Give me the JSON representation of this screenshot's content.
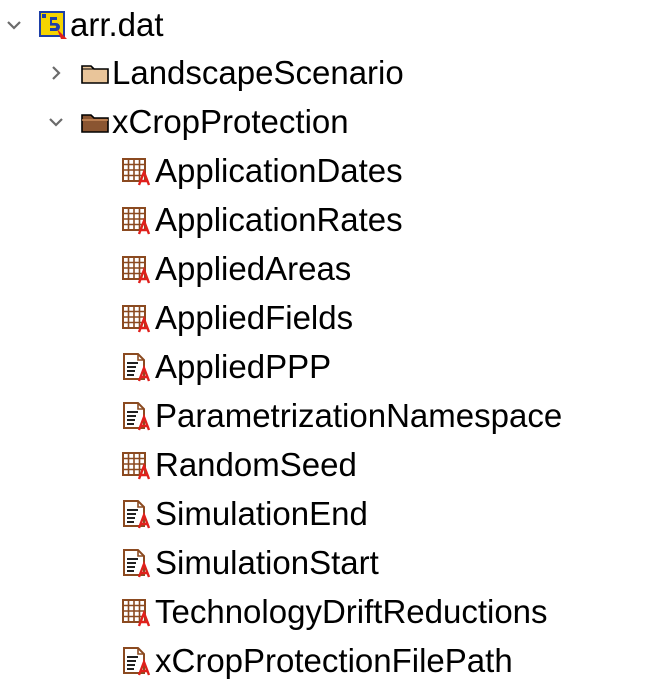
{
  "tree": {
    "root": {
      "label": "arr.dat",
      "icon": "hdf5-file-icon",
      "expanded": true
    },
    "groups": [
      {
        "label": "LandscapeScenario",
        "icon": "folder-closed-icon",
        "expanded": false
      },
      {
        "label": "xCropProtection",
        "icon": "folder-open-icon",
        "expanded": true,
        "children": [
          {
            "label": "ApplicationDates",
            "icon": "dataset-grid-icon"
          },
          {
            "label": "ApplicationRates",
            "icon": "dataset-grid-icon"
          },
          {
            "label": "AppliedAreas",
            "icon": "dataset-grid-icon"
          },
          {
            "label": "AppliedFields",
            "icon": "dataset-grid-icon"
          },
          {
            "label": "AppliedPPP",
            "icon": "dataset-text-icon"
          },
          {
            "label": "ParametrizationNamespace",
            "icon": "dataset-text-icon"
          },
          {
            "label": "RandomSeed",
            "icon": "dataset-grid-icon"
          },
          {
            "label": "SimulationEnd",
            "icon": "dataset-text-icon"
          },
          {
            "label": "SimulationStart",
            "icon": "dataset-text-icon"
          },
          {
            "label": "TechnologyDriftReductions",
            "icon": "dataset-grid-icon"
          },
          {
            "label": "xCropProtectionFilePath",
            "icon": "dataset-text-icon"
          }
        ]
      }
    ]
  },
  "colors": {
    "chevron": "#6b6b6b",
    "folder_tan": "#e9c59a",
    "folder_brown": "#8a5531",
    "grid_brown": "#8b4a20",
    "attribute_red": "#e0201c",
    "hdf_yellow": "#f5d400",
    "hdf_blue": "#1d3fa8"
  }
}
